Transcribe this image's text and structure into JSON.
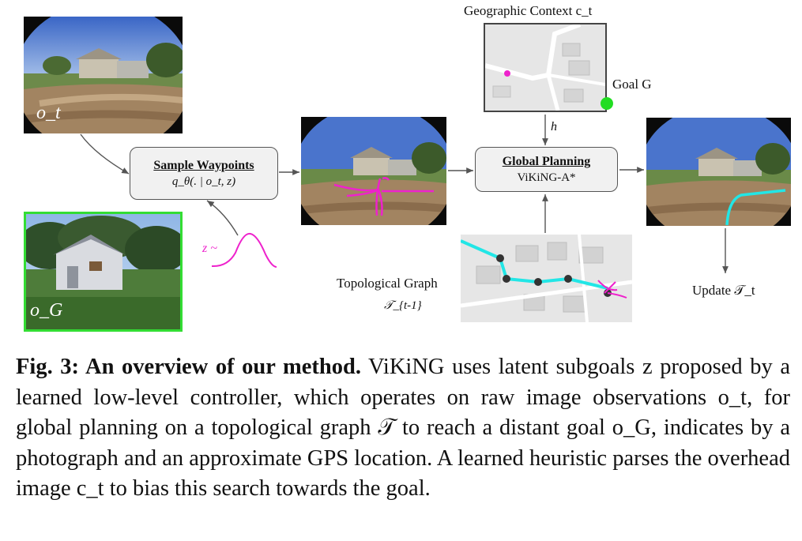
{
  "diagram": {
    "sample_waypoints": {
      "title": "Sample Waypoints",
      "formula": "q_θ(. | o_t, z)"
    },
    "global_planning": {
      "title": "Global Planning",
      "subtitle": "ViKiNG-A*"
    },
    "geo_context_label": "Geographic Context c_t",
    "goal_label": "Goal G",
    "h_label": "h",
    "topo_graph_label": "Topological Graph",
    "topo_graph_symbol": "𝒯_{t-1}",
    "update_label": "Update 𝒯_t",
    "ot_label": "o_t",
    "og_label": "o_G",
    "z_label": "z ~"
  },
  "caption": {
    "fig_label": "Fig. 3: An overview of our method.",
    "text": "ViKiNG uses latent subgoals z proposed by a learned low-level controller, which operates on raw image observations o_t, for global planning on a topological graph 𝒯 to reach a distant goal o_G, indicates by a photograph and an approximate GPS location. A learned heuristic parses the overhead image c_t to bias this search towards the goal."
  },
  "colors": {
    "goal_dot": "#22dd22",
    "current_dot": "#ee22cc",
    "topo_path": "#22e6e6",
    "waypoints": "#ee22cc",
    "og_border": "#33dd33"
  }
}
